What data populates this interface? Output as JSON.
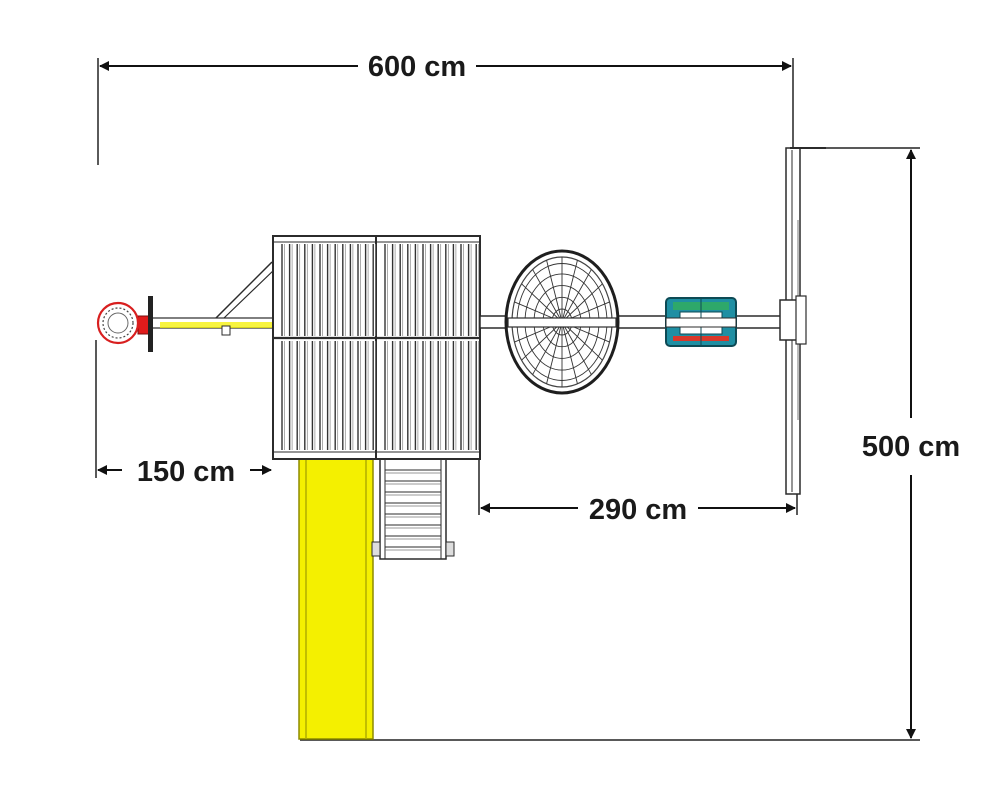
{
  "dimensions": {
    "total_width": "600 cm",
    "total_depth": "500 cm",
    "basket_offset": "150 cm",
    "swing_beam_length": "290 cm"
  },
  "colors": {
    "slide": "#f4f000",
    "slide_edge": "#9c9a00",
    "hoop_ring": "#d81f1f",
    "backboard_mount": "#e01b1b",
    "seat_body": "#1f8fa3",
    "seat_top": "#2ea86a",
    "seat_bottom": "#d8382a",
    "ink": "#2b2b2b"
  }
}
